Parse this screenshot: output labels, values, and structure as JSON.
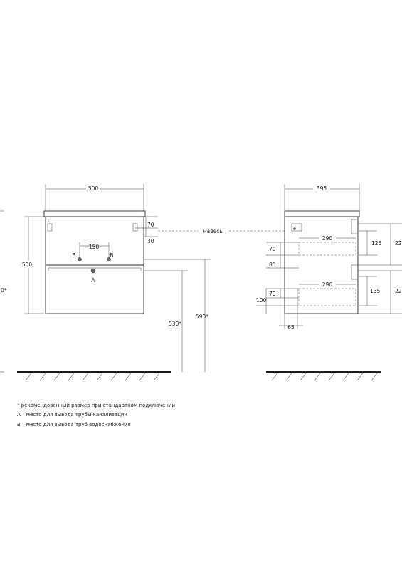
{
  "front_view": {
    "width_label": "500",
    "height_label": "500",
    "left_partial_label": "0*",
    "pipe_spacing_label": "150",
    "pipe_b_left": "B",
    "pipe_b_right": "B",
    "pipe_a": "A",
    "hanger_70": "70",
    "hanger_30": "30",
    "hangers_label": "навесы",
    "height_530": "530*",
    "height_590": "590*"
  },
  "side_view": {
    "width_label": "395",
    "drawer1_width": "290",
    "drawer1_offset": "70",
    "drawer1_height": "125",
    "drawer1_partial": "22",
    "drawer_gap": "85",
    "drawer2_width": "290",
    "drawer2_offset": "70",
    "drawer2_bottom": "100",
    "drawer2_height": "135",
    "drawer2_partial": "22",
    "bottom_offset": "65"
  },
  "notes": [
    "* рекомендованный размер при стандартном подключении",
    "А – место для вывода трубы канализации",
    "В – место для вывода труб водоснабжения"
  ],
  "colors": {
    "line": "#2b2b2b",
    "ground": "#1a1a1a"
  }
}
